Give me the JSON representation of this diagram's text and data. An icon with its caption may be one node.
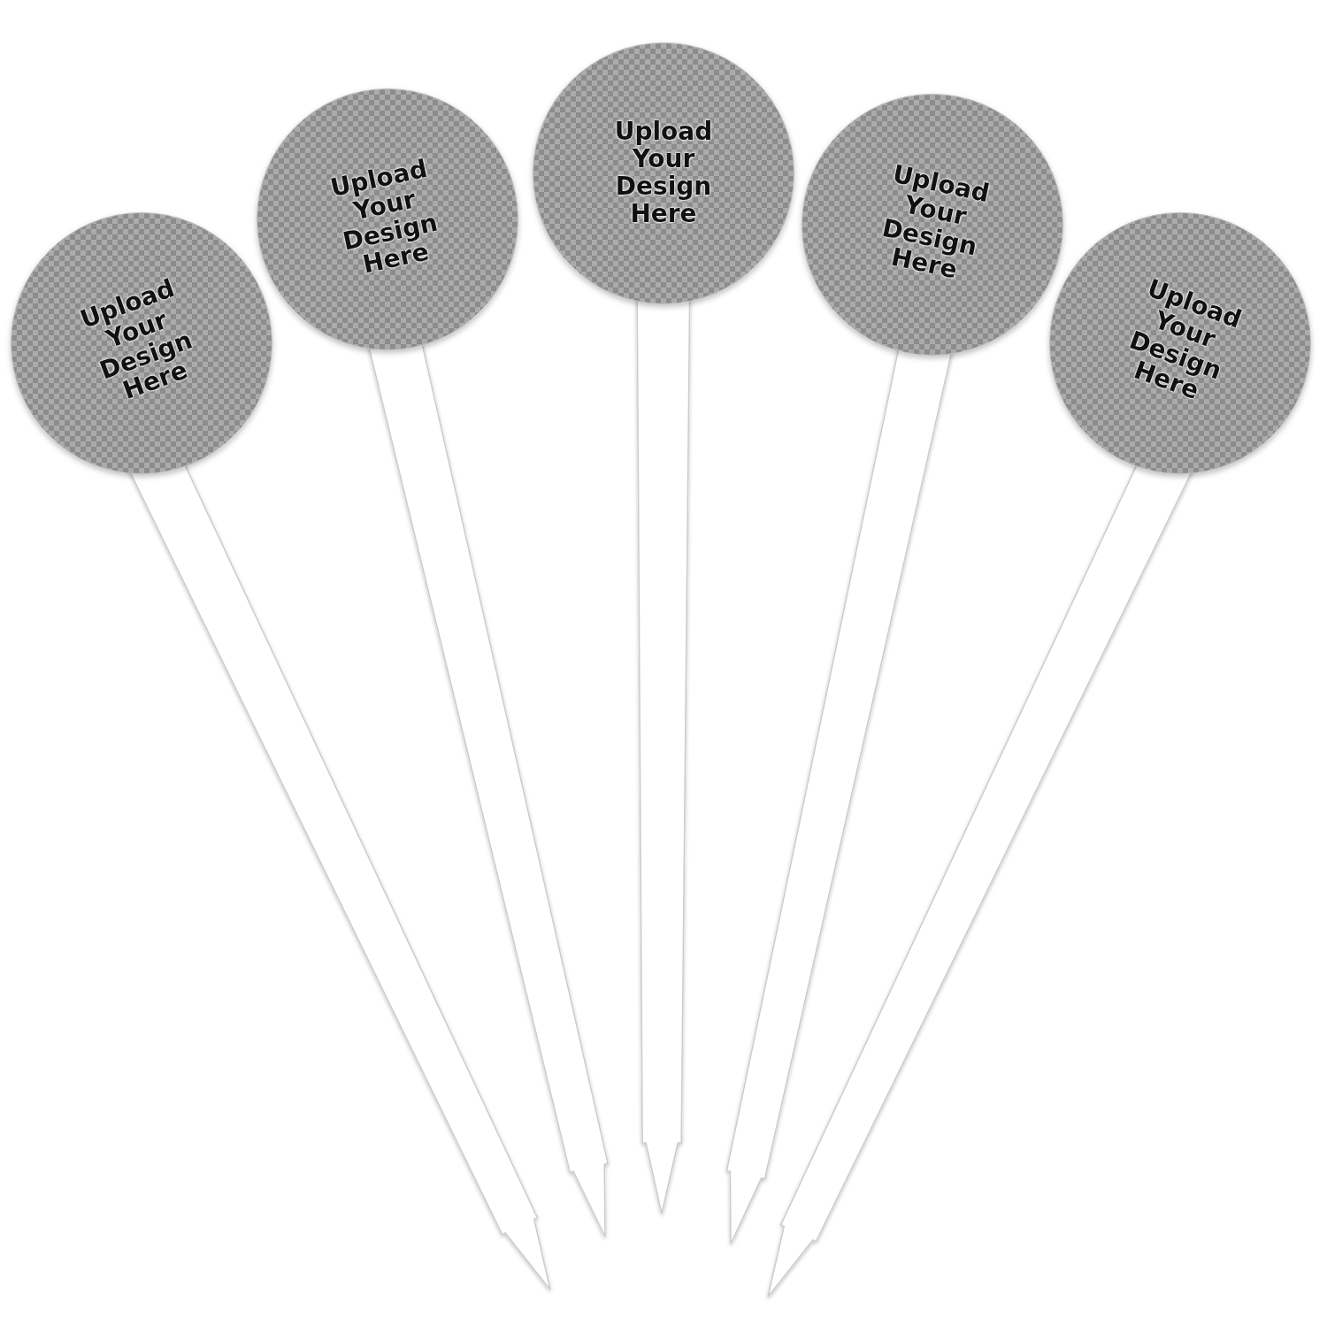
{
  "diagram": {
    "nodes": [
      {
        "text": [
          "Upload Your Design Here"
        ]
      },
      {
        "text": [
          "Upload Your Design Here"
        ]
      },
      {
        "text": [
          "Upload Your Design Here"
        ]
      },
      {
        "text": [
          "Upload Your Design Here"
        ]
      },
      {
        "text": [
          "Upload Your Design Here"
        ]
      }
    ]
  }
}
